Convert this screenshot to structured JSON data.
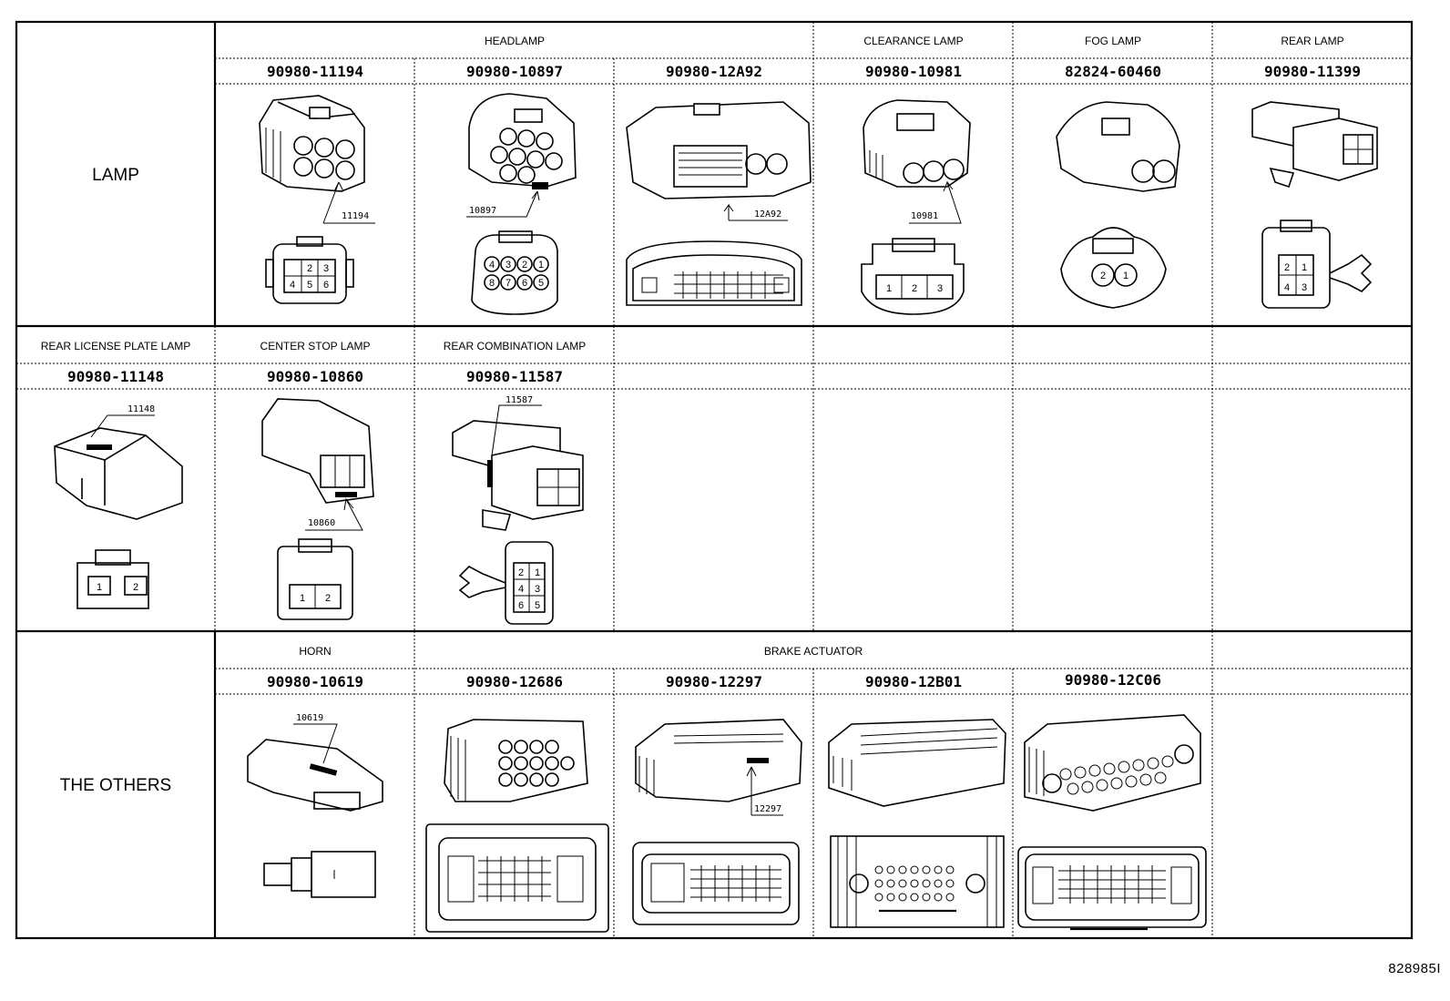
{
  "sections": {
    "lamp": {
      "label": "LAMP",
      "row1": {
        "groups": [
          "HEADLAMP",
          "CLEARANCE LAMP",
          "FOG LAMP",
          "REAR LAMP"
        ],
        "parts": [
          "90980-11194",
          "90980-10897",
          "90980-12A92",
          "90980-10981",
          "82824-60460",
          "90980-11399"
        ],
        "callouts": [
          "11194",
          "10897",
          "12A92",
          "10981"
        ]
      },
      "row2": {
        "groups": [
          "REAR LICENSE PLATE LAMP",
          "CENTER STOP LAMP",
          "REAR COMBINATION LAMP"
        ],
        "parts": [
          "90980-11148",
          "90980-10860",
          "90980-11587"
        ],
        "callouts": [
          "11148",
          "10860",
          "11587"
        ]
      }
    },
    "others": {
      "label": "THE OTHERS",
      "groups": [
        "HORN",
        "BRAKE ACTUATOR"
      ],
      "parts": [
        "90980-10619",
        "90980-12686",
        "90980-12297",
        "90980-12B01",
        "90980-12C06"
      ],
      "callouts": [
        "10619",
        "12297"
      ]
    }
  },
  "pin_labels": {
    "p11194": [
      "2",
      "3",
      "4",
      "5",
      "6"
    ],
    "p10897": [
      "4",
      "3",
      "2",
      "1",
      "8",
      "7",
      "6",
      "5"
    ],
    "p10981": [
      "1",
      "2",
      "3"
    ],
    "p60460": [
      "2",
      "1"
    ],
    "p11399": [
      "2",
      "1",
      "4",
      "3"
    ],
    "p11148": [
      "1",
      "2"
    ],
    "p10860": [
      "1",
      "2"
    ],
    "p11587": [
      "2",
      "1",
      "4",
      "3",
      "6",
      "5"
    ]
  },
  "footer_code": "828985I"
}
